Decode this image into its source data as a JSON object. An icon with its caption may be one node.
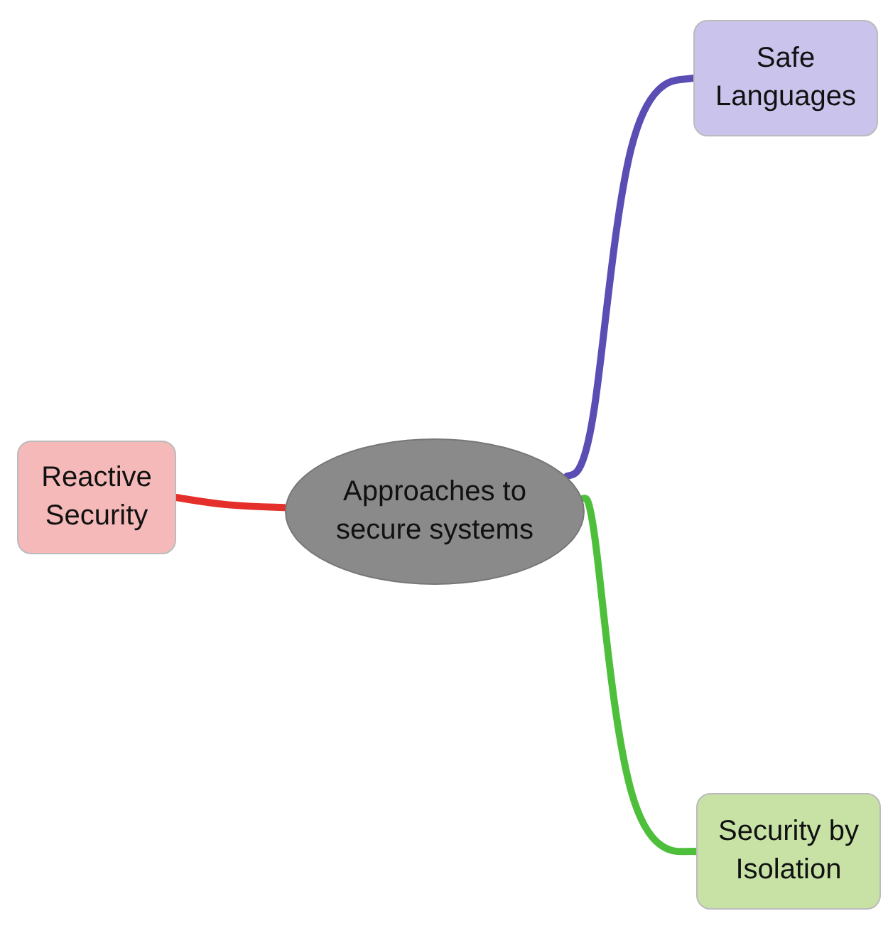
{
  "diagram": {
    "nodes": [
      {
        "text": [
          "Safe Languages"
        ]
      },
      {
        "text": [
          "Reactive Security"
        ]
      },
      {
        "text": [
          "Approaches to secure systems"
        ]
      },
      {
        "text": [
          "Security by Isolation"
        ]
      }
    ],
    "edges": [
      {
        "from": 2,
        "to": 0,
        "arrow": "none",
        "color": "#5a4db3"
      },
      {
        "from": 2,
        "to": 1,
        "arrow": "none",
        "color": "#e52f2a"
      },
      {
        "from": 2,
        "to": 3,
        "arrow": "none",
        "color": "#4dbf3a"
      }
    ]
  }
}
